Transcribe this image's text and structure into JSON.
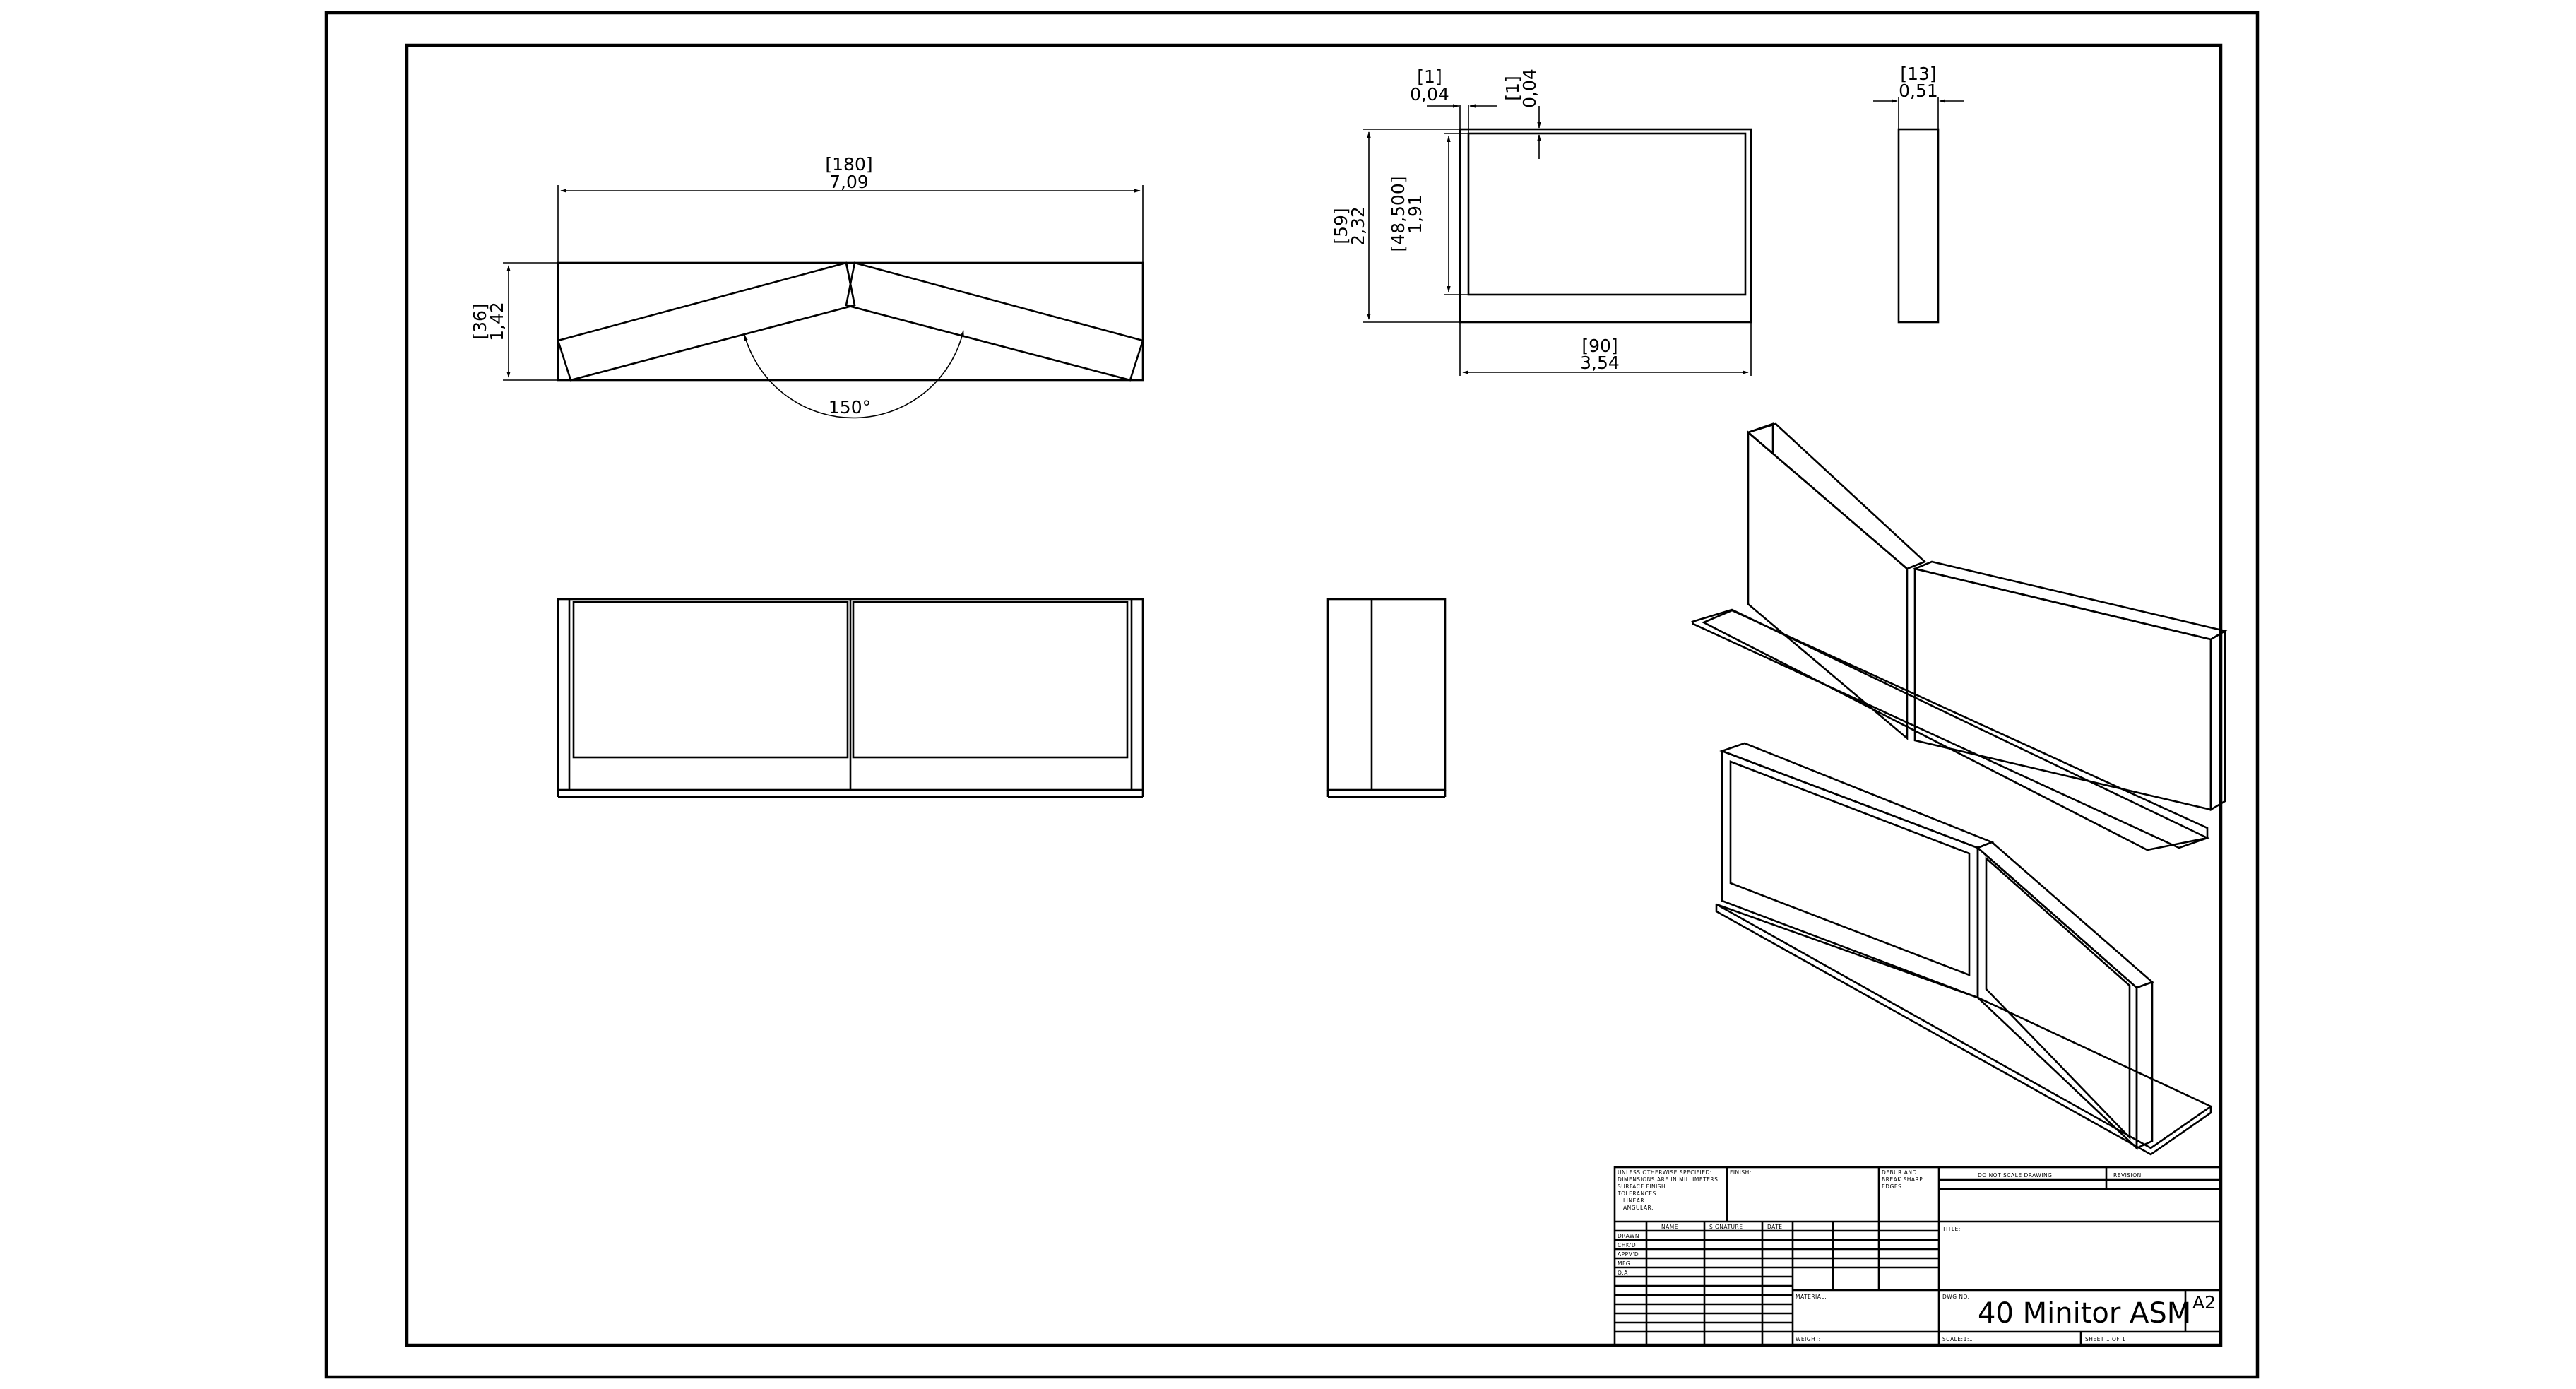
{
  "dimensions": {
    "front_width_in": "[180]",
    "front_width_mm": "7,09",
    "front_height_in": "[36]",
    "front_height_mm": "1,42",
    "angle": "150°",
    "monitor_bezel_top_in": "[1]",
    "monitor_bezel_top_mm": "0,04",
    "monitor_bezel_top2_in": "[1]",
    "monitor_bezel_top2_mm": "0,04",
    "monitor_height_in": "[59]",
    "monitor_height_mm": "2,32",
    "screen_height_in": "[48,500]",
    "screen_height_mm": "1,91",
    "monitor_width_in": "[90]",
    "monitor_width_mm": "3,54",
    "side_thickness_in": "[13]",
    "side_thickness_mm": "0,51"
  },
  "title_block": {
    "notes": [
      "UNLESS OTHERWISE SPECIFIED:",
      "DIMENSIONS ARE IN MILLIMETERS",
      "SURFACE FINISH:",
      "TOLERANCES:",
      "LINEAR:",
      "ANGULAR:"
    ],
    "finish_label": "FINISH:",
    "deburr": [
      "DEBUR AND",
      "BREAK SHARP",
      "EDGES"
    ],
    "do_not_scale": "DO NOT SCALE DRAWING",
    "revision_label": "REVISION",
    "col_name": "NAME",
    "col_signature": "SIGNATURE",
    "col_date": "DATE",
    "title_label": "TITLE:",
    "rows": [
      "DRAWN",
      "CHK'D",
      "APPV'D",
      "MFG",
      "Q.A"
    ],
    "material_label": "MATERIAL:",
    "weight_label": "WEIGHT:",
    "dwg_no_label": "DWG NO.",
    "dwg_no": "40 Minitor ASM",
    "size": "A2",
    "scale": "SCALE:1:1",
    "sheet": "SHEET 1 OF 1"
  }
}
